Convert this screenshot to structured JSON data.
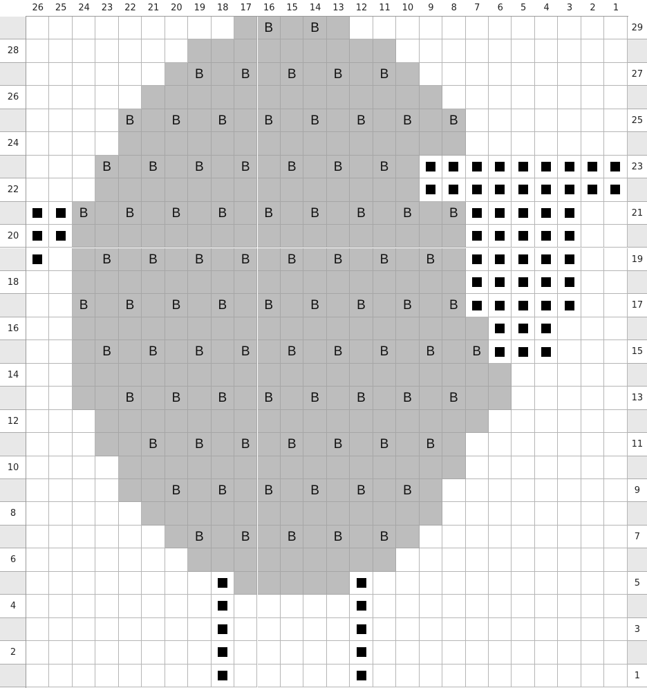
{
  "chart_data": {
    "type": "table",
    "columns": 26,
    "rows": 29,
    "column_labels": [
      "26",
      "25",
      "24",
      "23",
      "22",
      "21",
      "20",
      "19",
      "18",
      "17",
      "16",
      "15",
      "14",
      "13",
      "12",
      "11",
      "10",
      "9",
      "8",
      "7",
      "6",
      "5",
      "4",
      "3",
      "2",
      "1"
    ],
    "left_row_labels": [
      "28",
      "26",
      "24",
      "22",
      "20",
      "18",
      "16",
      "14",
      "12",
      "10",
      "8",
      "6",
      "4",
      "2"
    ],
    "right_row_labels": [
      "29",
      "27",
      "25",
      "23",
      "21",
      "19",
      "17",
      "15",
      "13",
      "11",
      "9",
      "7",
      "5",
      "3",
      "1"
    ],
    "legend_symbols": {
      "B": "B",
      "square": "■"
    },
    "colors": {
      "grey_fill": "#bdbdbd",
      "grid_line": "#999999",
      "white": "#ffffff",
      "label_band": "#e8e8e8"
    },
    "grey_runs": [
      {
        "row": 29,
        "from": 17,
        "to": 13
      },
      {
        "row": 28,
        "from": 19,
        "to": 11
      },
      {
        "row": 27,
        "from": 20,
        "to": 10
      },
      {
        "row": 26,
        "from": 21,
        "to": 9
      },
      {
        "row": 25,
        "from": 22,
        "to": 8
      },
      {
        "row": 24,
        "from": 22,
        "to": 8
      },
      {
        "row": 23,
        "from": 23,
        "to": 10
      },
      {
        "row": 22,
        "from": 23,
        "to": 10
      },
      {
        "row": 21,
        "from": 24,
        "to": 8
      },
      {
        "row": 20,
        "from": 24,
        "to": 8
      },
      {
        "row": 19,
        "from": 24,
        "to": 8
      },
      {
        "row": 18,
        "from": 24,
        "to": 8
      },
      {
        "row": 17,
        "from": 24,
        "to": 8
      },
      {
        "row": 16,
        "from": 24,
        "to": 7
      },
      {
        "row": 15,
        "from": 24,
        "to": 7
      },
      {
        "row": 14,
        "from": 24,
        "to": 6
      },
      {
        "row": 13,
        "from": 24,
        "to": 6
      },
      {
        "row": 12,
        "from": 23,
        "to": 7
      },
      {
        "row": 11,
        "from": 23,
        "to": 8
      },
      {
        "row": 10,
        "from": 22,
        "to": 8
      },
      {
        "row": 9,
        "from": 22,
        "to": 9
      },
      {
        "row": 8,
        "from": 21,
        "to": 9
      },
      {
        "row": 7,
        "from": 20,
        "to": 10
      },
      {
        "row": 6,
        "from": 19,
        "to": 11
      },
      {
        "row": 5,
        "from": 17,
        "to": 13
      }
    ],
    "b_marks": [
      {
        "row": 29,
        "cols": [
          16,
          14
        ]
      },
      {
        "row": 27,
        "cols": [
          19,
          17,
          15,
          13,
          11
        ]
      },
      {
        "row": 25,
        "cols": [
          22,
          20,
          18,
          16,
          14,
          12,
          10,
          8
        ]
      },
      {
        "row": 23,
        "cols": [
          23,
          21,
          19,
          17,
          15,
          13,
          11
        ]
      },
      {
        "row": 21,
        "cols": [
          24,
          22,
          20,
          18,
          16,
          14,
          12,
          10,
          8
        ]
      },
      {
        "row": 19,
        "cols": [
          23,
          21,
          19,
          17,
          15,
          13,
          11,
          9
        ]
      },
      {
        "row": 17,
        "cols": [
          24,
          22,
          20,
          18,
          16,
          14,
          12,
          10,
          8
        ]
      },
      {
        "row": 15,
        "cols": [
          23,
          21,
          19,
          17,
          15,
          13,
          11,
          9,
          7
        ]
      },
      {
        "row": 13,
        "cols": [
          22,
          20,
          18,
          16,
          14,
          12,
          10,
          8
        ]
      },
      {
        "row": 11,
        "cols": [
          21,
          19,
          17,
          15,
          13,
          11,
          9
        ]
      },
      {
        "row": 9,
        "cols": [
          20,
          18,
          16,
          14,
          12,
          10
        ]
      },
      {
        "row": 7,
        "cols": [
          19,
          17,
          15,
          13,
          11
        ]
      }
    ],
    "square_marks": [
      {
        "row": 23,
        "cols": [
          9,
          8,
          7,
          6,
          5,
          4,
          3,
          2,
          1
        ]
      },
      {
        "row": 22,
        "cols": [
          9,
          8,
          7,
          6,
          5,
          4,
          3,
          2,
          1
        ]
      },
      {
        "row": 21,
        "cols": [
          26,
          25,
          7,
          6,
          5,
          4,
          3
        ]
      },
      {
        "row": 20,
        "cols": [
          26,
          25,
          7,
          6,
          5,
          4,
          3
        ]
      },
      {
        "row": 19,
        "cols": [
          26,
          7,
          6,
          5,
          4,
          3
        ]
      },
      {
        "row": 18,
        "cols": [
          7,
          6,
          5,
          4,
          3
        ]
      },
      {
        "row": 17,
        "cols": [
          7,
          6,
          5,
          4,
          3
        ]
      },
      {
        "row": 16,
        "cols": [
          6,
          5,
          4
        ]
      },
      {
        "row": 15,
        "cols": [
          6,
          5,
          4
        ]
      },
      {
        "row": 5,
        "cols": [
          18,
          12
        ]
      },
      {
        "row": 4,
        "cols": [
          18,
          12
        ]
      },
      {
        "row": 3,
        "cols": [
          18,
          12
        ]
      },
      {
        "row": 2,
        "cols": [
          18,
          12
        ]
      },
      {
        "row": 1,
        "cols": [
          18,
          12
        ]
      }
    ]
  }
}
